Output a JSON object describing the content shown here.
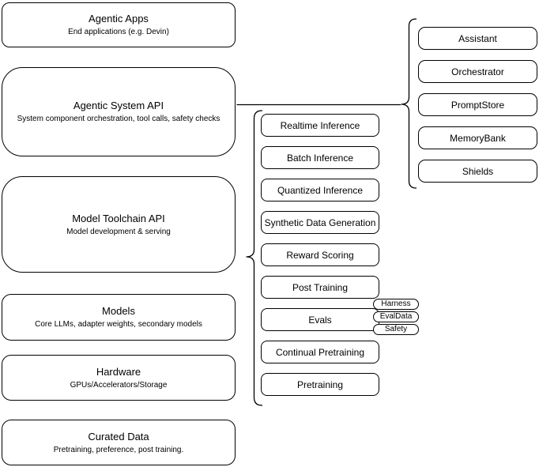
{
  "layers": [
    {
      "title": "Agentic Apps",
      "subtitle": "End applications (e.g. Devin)"
    },
    {
      "title": "Agentic System API",
      "subtitle": "System component orchestration, tool calls, safety checks"
    },
    {
      "title": "Model Toolchain API",
      "subtitle": "Model development & serving"
    },
    {
      "title": "Models",
      "subtitle": "Core LLMs, adapter weights, secondary models"
    },
    {
      "title": "Hardware",
      "subtitle": "GPUs/Accelerators/Storage"
    },
    {
      "title": "Curated Data",
      "subtitle": "Pretraining, preference, post training."
    }
  ],
  "toolchain_items": [
    "Realtime Inference",
    "Batch Inference",
    "Quantized Inference",
    "Synthetic Data Generation",
    "Reward Scoring",
    "Post Training",
    "Evals",
    "Continual Pretraining",
    "Pretraining"
  ],
  "evals_sub_items": [
    "Harness",
    "EvalData",
    "Safety"
  ],
  "system_components": [
    "Assistant",
    "Orchestrator",
    "PromptStore",
    "MemoryBank",
    "Shields"
  ],
  "colors": {
    "border": "#000000",
    "fill": "#ffffff",
    "background": "#ffffff",
    "text": "#000000"
  }
}
